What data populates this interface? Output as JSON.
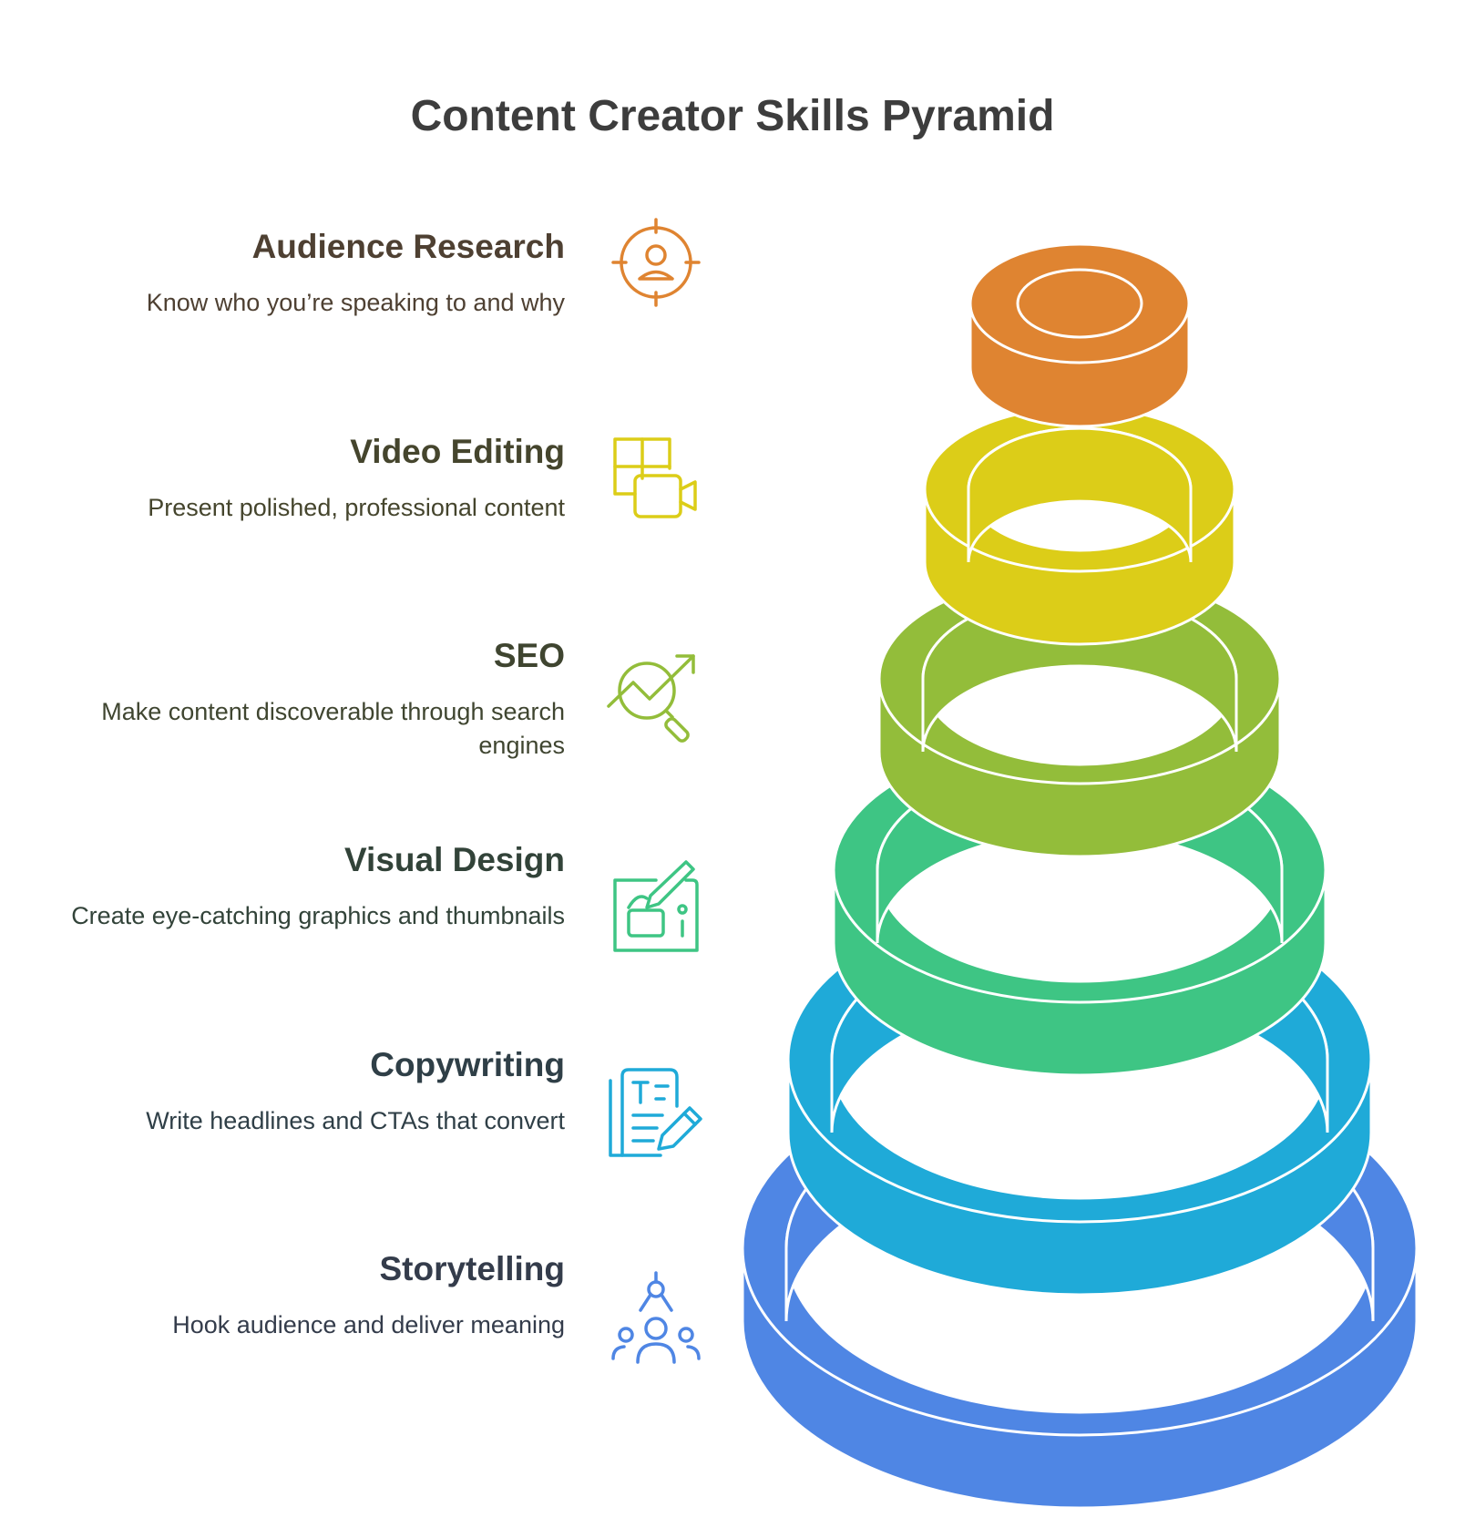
{
  "title": "Content Creator Skills Pyramid",
  "levels": [
    {
      "heading": "Audience Research",
      "description": "Know who you’re speaking to and why",
      "icon": "target-person-icon",
      "color": "#df8431",
      "text_color": "#4e4032"
    },
    {
      "heading": "Video Editing",
      "description": "Present polished, professional content",
      "icon": "video-grid-icon",
      "color": "#dccd18",
      "text_color": "#45452d"
    },
    {
      "heading": "SEO",
      "description": "Make content discoverable through search engines",
      "icon": "search-growth-icon",
      "color": "#93bd3a",
      "text_color": "#3f4530"
    },
    {
      "heading": "Visual Design",
      "description": "Create eye-catching graphics and thumbnails",
      "icon": "design-tablet-icon",
      "color": "#3ec584",
      "text_color": "#324339"
    },
    {
      "heading": "Copywriting",
      "description": "Write headlines and CTAs that convert",
      "icon": "document-pen-icon",
      "color": "#1faad8",
      "text_color": "#2f3f47"
    },
    {
      "heading": "Storytelling",
      "description": "Hook audience and deliver meaning",
      "icon": "storyteller-icon",
      "color": "#4f86e4",
      "text_color": "#343c4b"
    }
  ]
}
